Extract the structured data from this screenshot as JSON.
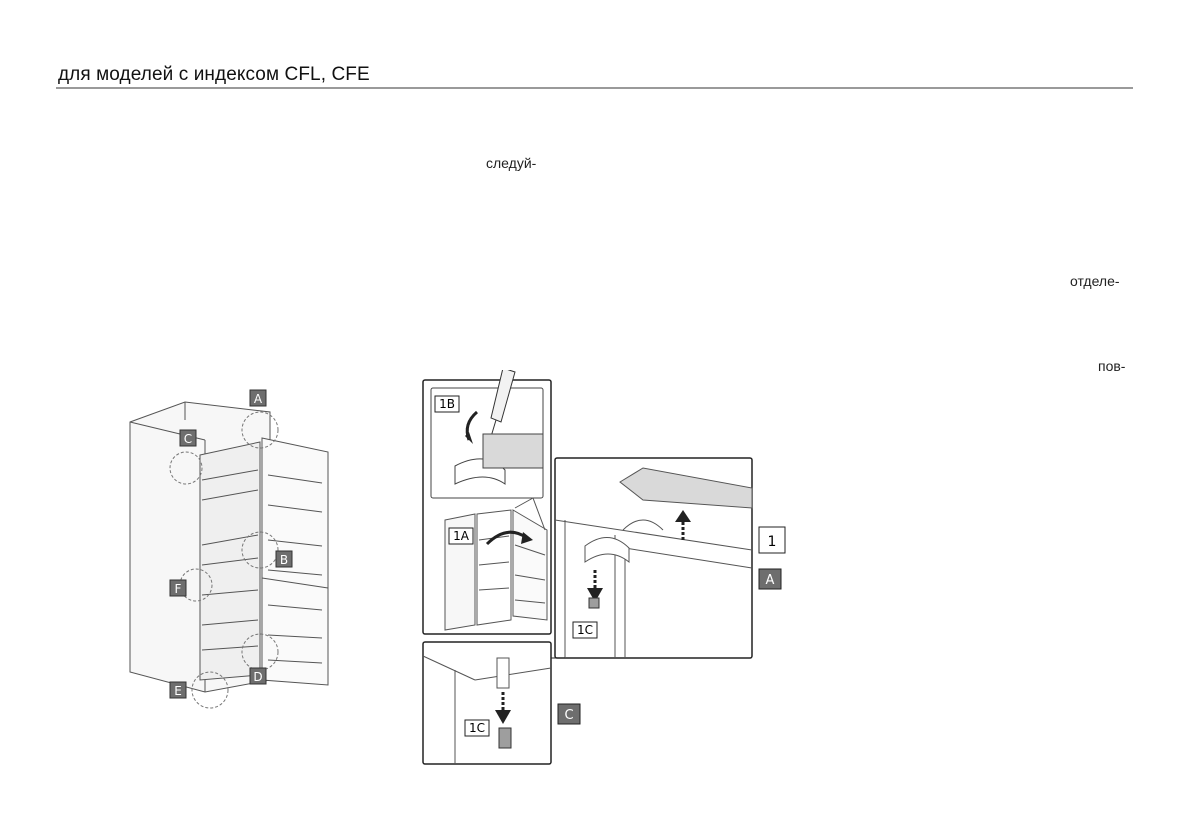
{
  "header": {
    "title": "для моделей с индексом CFL, CFE"
  },
  "text_fragments": [
    "следуй-",
    "отделе-",
    "пов-"
  ],
  "overview": {
    "callouts": [
      "A",
      "B",
      "C",
      "D",
      "E",
      "F"
    ]
  },
  "steps": {
    "labels": [
      "1B",
      "1A",
      "1",
      "A",
      "1C",
      "1C",
      "C"
    ]
  }
}
